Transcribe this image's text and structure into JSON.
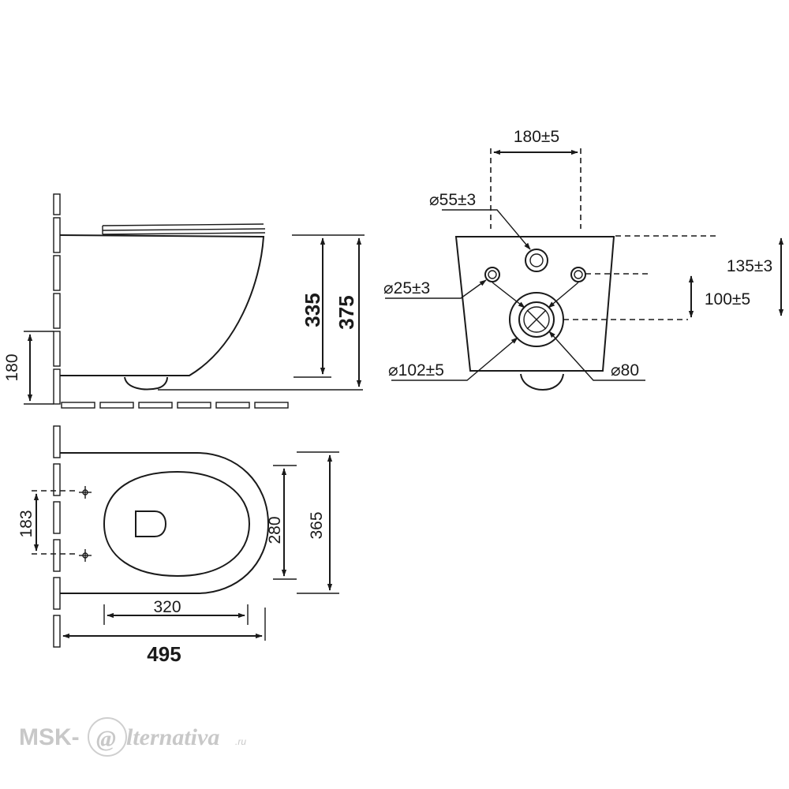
{
  "side_view": {
    "dim_180": "180",
    "dim_335": "335",
    "dim_375": "375"
  },
  "top_view": {
    "dim_183": "183",
    "dim_320": "320",
    "dim_495": "495",
    "dim_280": "280",
    "dim_365": "365"
  },
  "rear_view": {
    "dim_180_tol": "180±5",
    "dim_d55": "⌀55±3",
    "dim_d25": "⌀25±3",
    "dim_d102": "⌀102±5",
    "dim_d80": "⌀80",
    "dim_135": "135±3",
    "dim_100": "100±5"
  },
  "watermark": {
    "prefix": "MSK-",
    "at_glyph": "@",
    "suffix": "lternativa",
    "domain": ".ru"
  }
}
